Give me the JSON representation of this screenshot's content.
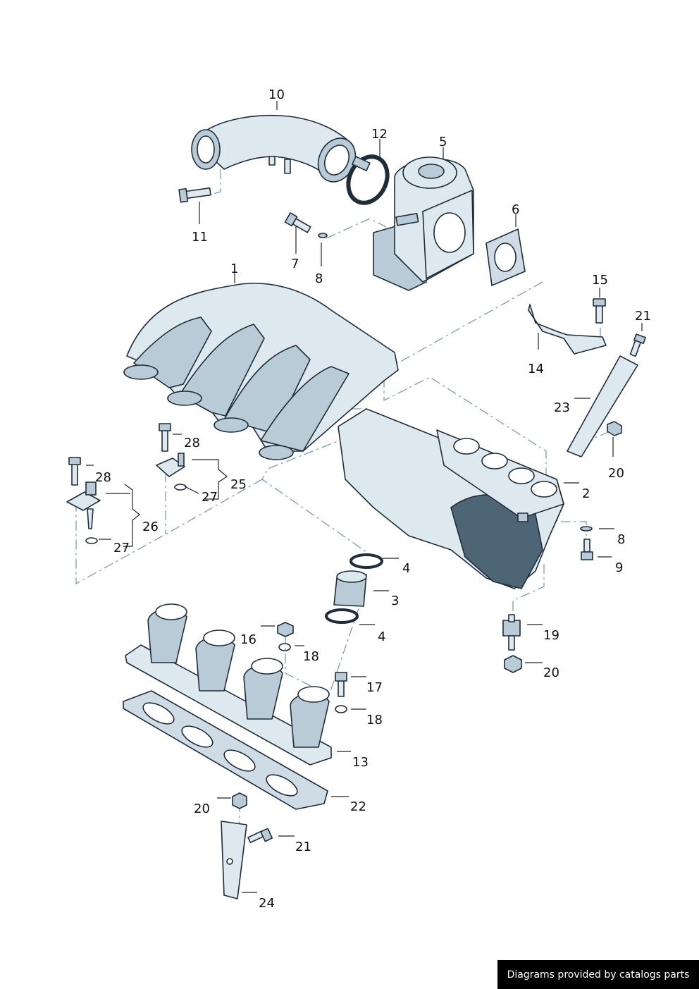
{
  "callouts": [
    {
      "id": "c10",
      "text": "10"
    },
    {
      "id": "c12",
      "text": "12"
    },
    {
      "id": "c5",
      "text": "5"
    },
    {
      "id": "c11",
      "text": "11"
    },
    {
      "id": "c7",
      "text": "7"
    },
    {
      "id": "c8a",
      "text": "8"
    },
    {
      "id": "c6",
      "text": "6"
    },
    {
      "id": "c1",
      "text": "1"
    },
    {
      "id": "c15",
      "text": "15"
    },
    {
      "id": "c21a",
      "text": "21"
    },
    {
      "id": "c14",
      "text": "14"
    },
    {
      "id": "c23",
      "text": "23"
    },
    {
      "id": "c20a",
      "text": "20"
    },
    {
      "id": "c28a",
      "text": "28"
    },
    {
      "id": "c28b",
      "text": "28"
    },
    {
      "id": "c25",
      "text": "25"
    },
    {
      "id": "c27a",
      "text": "27"
    },
    {
      "id": "c2",
      "text": "2"
    },
    {
      "id": "c26",
      "text": "26"
    },
    {
      "id": "c8b",
      "text": "8"
    },
    {
      "id": "c27b",
      "text": "27"
    },
    {
      "id": "c9",
      "text": "9"
    },
    {
      "id": "c4a",
      "text": "4"
    },
    {
      "id": "c3",
      "text": "3"
    },
    {
      "id": "c4b",
      "text": "4"
    },
    {
      "id": "c16",
      "text": "16"
    },
    {
      "id": "c18a",
      "text": "18"
    },
    {
      "id": "c19",
      "text": "19"
    },
    {
      "id": "c20b",
      "text": "20"
    },
    {
      "id": "c17",
      "text": "17"
    },
    {
      "id": "c18b",
      "text": "18"
    },
    {
      "id": "c13",
      "text": "13"
    },
    {
      "id": "c22",
      "text": "22"
    },
    {
      "id": "c20c",
      "text": "20"
    },
    {
      "id": "c21b",
      "text": "21"
    },
    {
      "id": "c24",
      "text": "24"
    }
  ],
  "footer": {
    "credit": "Diagrams provided by catalogs parts"
  },
  "colors": {
    "part_fill": "#dde8ef",
    "part_shadow": "#6f8799",
    "outline": "#1f2d3a",
    "leader_dash": "#7f9cb3"
  }
}
